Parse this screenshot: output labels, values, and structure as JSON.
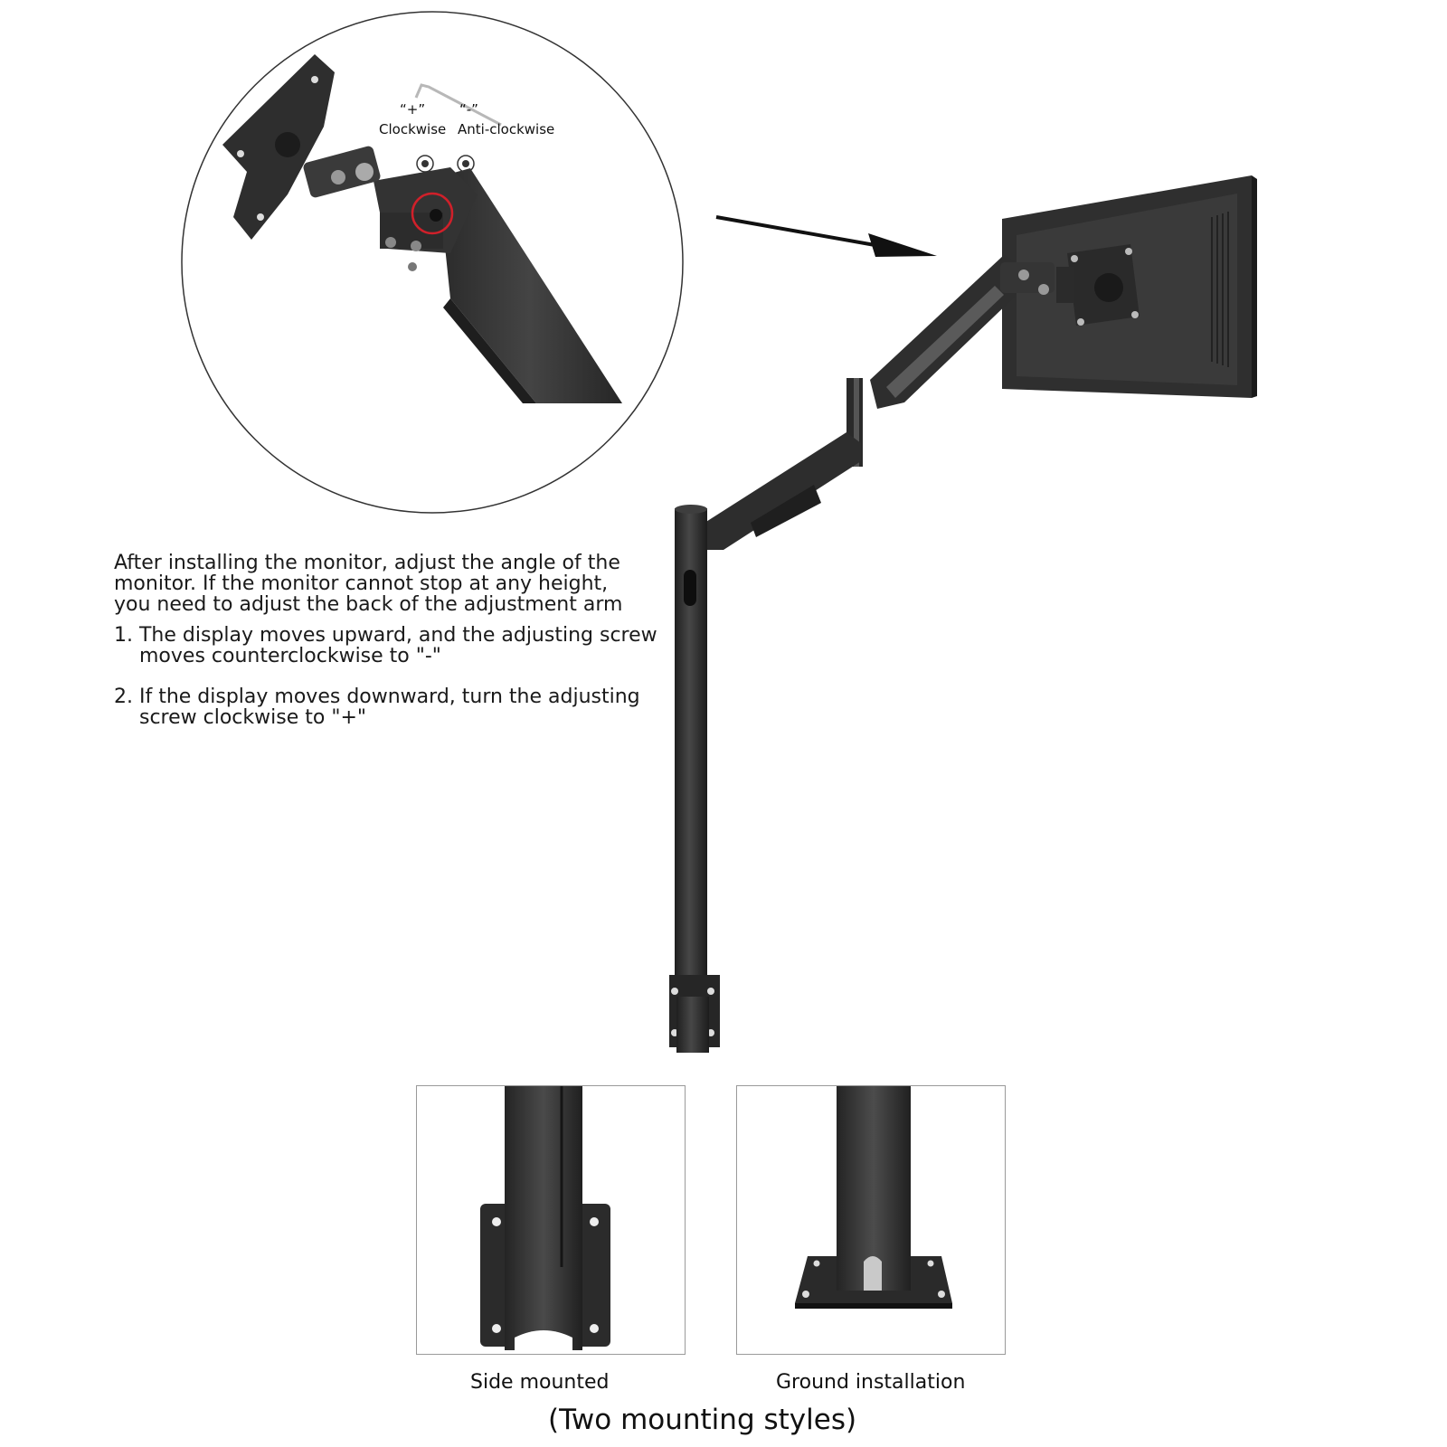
{
  "detail_callout": {
    "plus_symbol": "“+”",
    "minus_symbol": "“-”",
    "clockwise_label": "Clockwise",
    "anticlockwise_label": "Anti-clockwise"
  },
  "instructions": {
    "intro_lines": [
      "After installing the monitor, adjust the angle of the",
      "monitor. If the monitor cannot stop at any height,",
      "you need to adjust the back of the adjustment arm"
    ],
    "step1_lines": [
      "1. The display moves upward, and the adjusting screw",
      "moves counterclockwise to \"-\""
    ],
    "step2_lines": [
      "2. If the display moves downward, turn the adjusting",
      "screw clockwise to \"+\""
    ]
  },
  "mounting": {
    "side_caption": "Side mounted",
    "ground_caption": "Ground installation",
    "subtitle": "(Two mounting styles)"
  },
  "colors": {
    "metal_dark": "#2b2b2b",
    "metal_mid": "#3c3c3c",
    "highlight_red": "#d0202a"
  }
}
